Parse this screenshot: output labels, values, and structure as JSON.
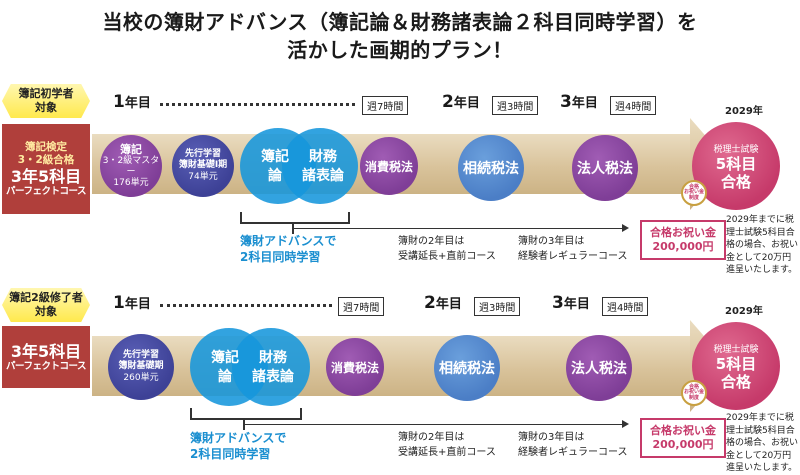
{
  "title": {
    "line1": "当校の簿財アドバンス（簿記論＆財務諸表論２科目同時学習）を",
    "line2": "活かした画期的プラン！"
  },
  "rows": [
    {
      "target": {
        "line1": "簿記初学者",
        "line2": "対象"
      },
      "course": {
        "small1": "簿記検定",
        "small2": "3・2級合格",
        "big": "3年5科目",
        "sub": "パーフェクトコース"
      },
      "year1": {
        "num": "1",
        "suffix": "年目",
        "hours": "週7時間"
      },
      "year2": {
        "num": "2",
        "suffix": "年目",
        "hours": "週3時間"
      },
      "year3": {
        "num": "3",
        "suffix": "年目",
        "hours": "週4時間"
      },
      "c1": {
        "title": "簿記",
        "line2": "3・2級マスター",
        "line3": "176単元"
      },
      "c2": {
        "title1": "先行学習",
        "title2": "簿財基礎Ⅰ期",
        "line3": "74単元"
      },
      "boki": {
        "line1": "簿記",
        "line2": "論"
      },
      "zaimu": {
        "line1": "財務",
        "line2": "諸表論"
      },
      "shohi": "消費税法",
      "sozoku": "相続税法",
      "hojin": "法人税法",
      "advance": {
        "line1": "簿財アドバンスで",
        "line2": "2科目同時学習"
      },
      "note2": {
        "line1": "簿財の2年目は",
        "line2": "受講延長+直前コース"
      },
      "note3": {
        "line1": "簿財の3年目は",
        "line2": "経験者レギュラーコース"
      },
      "goal_year": "2029年",
      "goal": {
        "l1": "税理士試験",
        "l2": "5科目",
        "l3": "合格"
      },
      "seal": {
        "l1": "合格",
        "l2": "お祝い金",
        "l3": "制度"
      },
      "gift": {
        "l1": "合格お祝い金",
        "l2": "200,000円"
      },
      "side_note": "2029年までに税理士試験5科目合格の場合、お祝い金として20万円進呈いたします。"
    },
    {
      "target": {
        "line1": "簿記2級修了者",
        "line2": "対象"
      },
      "course": {
        "big": "3年5科目",
        "sub": "パーフェクトコース"
      },
      "year1": {
        "num": "1",
        "suffix": "年目",
        "hours": "週7時間"
      },
      "year2": {
        "num": "2",
        "suffix": "年目",
        "hours": "週3時間"
      },
      "year3": {
        "num": "3",
        "suffix": "年目",
        "hours": "週4時間"
      },
      "c2": {
        "title1": "先行学習",
        "title2": "簿財基礎期",
        "line3": "260単元"
      },
      "boki": {
        "line1": "簿記",
        "line2": "論"
      },
      "zaimu": {
        "line1": "財務",
        "line2": "諸表論"
      },
      "shohi": "消費税法",
      "sozoku": "相続税法",
      "hojin": "法人税法",
      "advance": {
        "line1": "簿財アドバンスで",
        "line2": "2科目同時学習"
      },
      "note2": {
        "line1": "簿財の2年目は",
        "line2": "受講延長+直前コース"
      },
      "note3": {
        "line1": "簿財の3年目は",
        "line2": "経験者レギュラーコース"
      },
      "goal_year": "2029年",
      "goal": {
        "l1": "税理士試験",
        "l2": "5科目",
        "l3": "合格"
      },
      "seal": {
        "l1": "合格",
        "l2": "お祝い金",
        "l3": "制度"
      },
      "gift": {
        "l1": "合格お祝い金",
        "l2": "200,000円"
      },
      "side_note": "2029年までに税理士試験5科目合格の場合、お祝い金として20万円進呈いたします。"
    }
  ],
  "colors": {
    "course_box": "#b03f3b",
    "band": "#d9c39b",
    "purple": "#7f3e97",
    "cyan": "#1696dc",
    "blue": "#4b7ec6",
    "magenta": "#b3418a",
    "pass": "#c63a6a",
    "advance_text": "#1b8fd0"
  }
}
